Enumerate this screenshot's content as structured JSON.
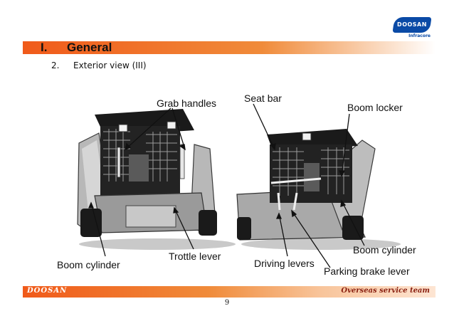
{
  "brand": {
    "logo_text": "DOOSAN",
    "logo_subtext": "Infracore",
    "footer_brand": "DOOSAN",
    "footer_team": "Overseas service team"
  },
  "section": {
    "number": "I.",
    "title": "General"
  },
  "subsection": {
    "number": "2.",
    "title": "Exterior view (III)"
  },
  "labels": {
    "grab_handles": "Grab handles",
    "seat_bar": "Seat bar",
    "boom_locker": "Boom locker",
    "boom_cylinder_left": "Boom cylinder",
    "trottle_lever": "Trottle lever",
    "driving_levers": "Driving levers",
    "boom_cylinder_right": "Boom cylinder",
    "parking_brake_lever": "Parking brake lever"
  },
  "page": {
    "number": "9"
  },
  "colors": {
    "accent_orange": "#f05a1a",
    "brand_blue": "#0a4aa6",
    "footer_text": "#8a1f10"
  }
}
